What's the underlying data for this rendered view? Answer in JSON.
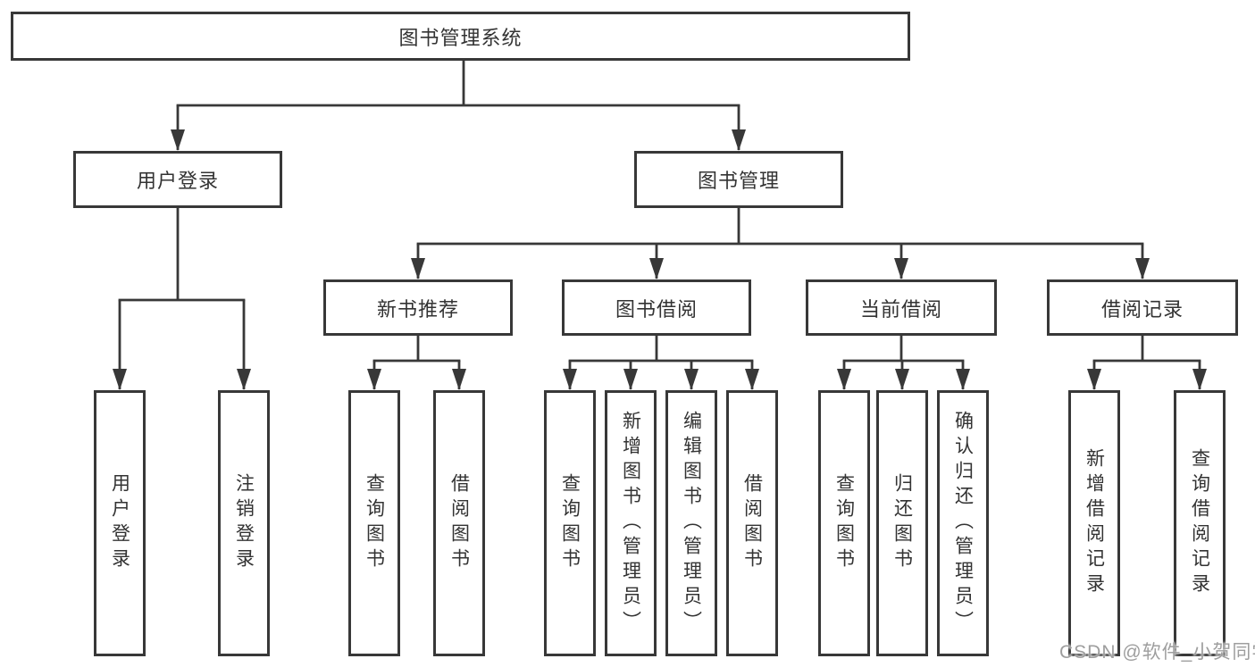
{
  "diagram": {
    "type": "tree",
    "colors": {
      "line": "#383838",
      "text": "#333333",
      "box_bg": "#ffffff",
      "watermark": "#9e9e9e",
      "background": "#ffffff"
    },
    "nodes": {
      "root": {
        "label": "图书管理系统"
      },
      "user_login": {
        "label": "用户登录"
      },
      "book_mgmt": {
        "label": "图书管理"
      },
      "new_books": {
        "label": "新书推荐"
      },
      "book_borrow": {
        "label": "图书借阅"
      },
      "current_borrow": {
        "label": "当前借阅"
      },
      "borrow_records": {
        "label": "借阅记录"
      },
      "leaf_user_login": {
        "label": "用户登录"
      },
      "leaf_logout": {
        "label": "注销登录"
      },
      "leaf_nb_query": {
        "label": "查询图书"
      },
      "leaf_nb_borrow": {
        "label": "借阅图书"
      },
      "leaf_bb_query": {
        "label": "查询图书"
      },
      "leaf_bb_add": {
        "label": "新增图书（管理员）"
      },
      "leaf_bb_edit": {
        "label": "编辑图书（管理员）"
      },
      "leaf_bb_borrow": {
        "label": "借阅图书"
      },
      "leaf_cb_query": {
        "label": "查询图书"
      },
      "leaf_cb_return": {
        "label": "归还图书"
      },
      "leaf_cb_confirm": {
        "label": "确认归还（管理员）"
      },
      "leaf_br_add": {
        "label": "新增借阅记录"
      },
      "leaf_br_query": {
        "label": "查询借阅记录"
      }
    },
    "edges": [
      "root->user_login",
      "root->book_mgmt",
      "user_login->leaf_user_login",
      "user_login->leaf_logout",
      "book_mgmt->new_books",
      "book_mgmt->book_borrow",
      "book_mgmt->current_borrow",
      "book_mgmt->borrow_records",
      "new_books->leaf_nb_query",
      "new_books->leaf_nb_borrow",
      "book_borrow->leaf_bb_query",
      "book_borrow->leaf_bb_add",
      "book_borrow->leaf_bb_edit",
      "book_borrow->leaf_bb_borrow",
      "current_borrow->leaf_cb_query",
      "current_borrow->leaf_cb_return",
      "current_borrow->leaf_cb_confirm",
      "borrow_records->leaf_br_add",
      "borrow_records->leaf_br_query"
    ],
    "watermark": "CSDN @软件_小贺同学"
  }
}
